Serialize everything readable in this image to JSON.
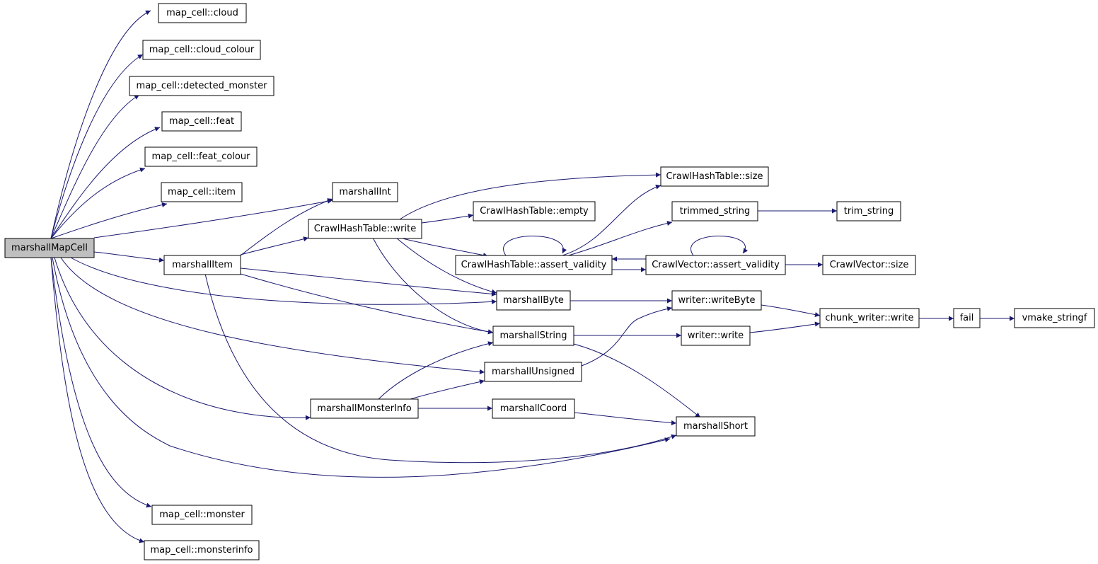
{
  "colors": {
    "edge": "#191970",
    "root_fill": "#bfbfbf",
    "node_fill": "#ffffff",
    "border": "#000000"
  },
  "nodes": {
    "marshallMapCell": "marshallMapCell",
    "cloud": "map_cell::cloud",
    "cloud_colour": "map_cell::cloud_colour",
    "detected_monster": "map_cell::detected_monster",
    "feat": "map_cell::feat",
    "feat_colour": "map_cell::feat_colour",
    "item": "map_cell::item",
    "monster": "map_cell::monster",
    "monsterinfo": "map_cell::monsterinfo",
    "marshallInt": "marshallInt",
    "marshallItem": "marshallItem",
    "chtWrite": "CrawlHashTable::write",
    "chtEmpty": "CrawlHashTable::empty",
    "chtSize": "CrawlHashTable::size",
    "chtAssert": "CrawlHashTable::assert_validity",
    "trimmed": "trimmed_string",
    "trim": "trim_string",
    "cvAssert": "CrawlVector::assert_validity",
    "cvSize": "CrawlVector::size",
    "marshallByte": "marshallByte",
    "writeByte": "writer::writeByte",
    "chunkWrite": "chunk_writer::write",
    "fail": "fail",
    "vmake": "vmake_stringf",
    "marshallString": "marshallString",
    "writerWrite": "writer::write",
    "marshallUnsigned": "marshallUnsigned",
    "marshallMonsterInfo": "marshallMonsterInfo",
    "marshallCoord": "marshallCoord",
    "marshallShort": "marshallShort"
  }
}
